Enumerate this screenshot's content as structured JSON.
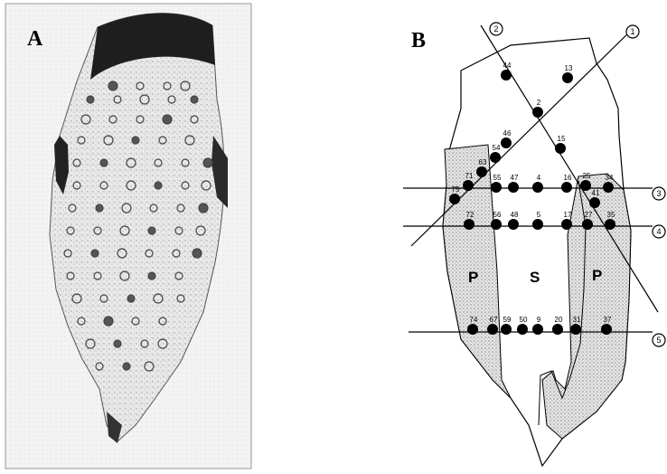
{
  "panels": {
    "a_label": "A",
    "b_label": "B"
  },
  "regions": [
    {
      "id": "p-left",
      "label": "P"
    },
    {
      "id": "s-center",
      "label": "S"
    },
    {
      "id": "p-right",
      "label": "P"
    }
  ],
  "lines": [
    {
      "id": "line-1",
      "label": "1"
    },
    {
      "id": "line-2",
      "label": "2"
    },
    {
      "id": "line-3",
      "label": "3"
    },
    {
      "id": "line-4",
      "label": "4"
    },
    {
      "id": "line-5",
      "label": "5"
    }
  ],
  "points": [
    "44",
    "13",
    "2",
    "46",
    "15",
    "54",
    "63",
    "71",
    "55",
    "47",
    "4",
    "16",
    "25",
    "34",
    "75",
    "41",
    "72",
    "56",
    "48",
    "5",
    "17",
    "27",
    "35",
    "74",
    "67",
    "59",
    "50",
    "9",
    "20",
    "31",
    "37"
  ],
  "colors": {
    "stipple": "#c9c9c9",
    "ink": "#000000",
    "photo_dark": "#1e1e1e"
  }
}
